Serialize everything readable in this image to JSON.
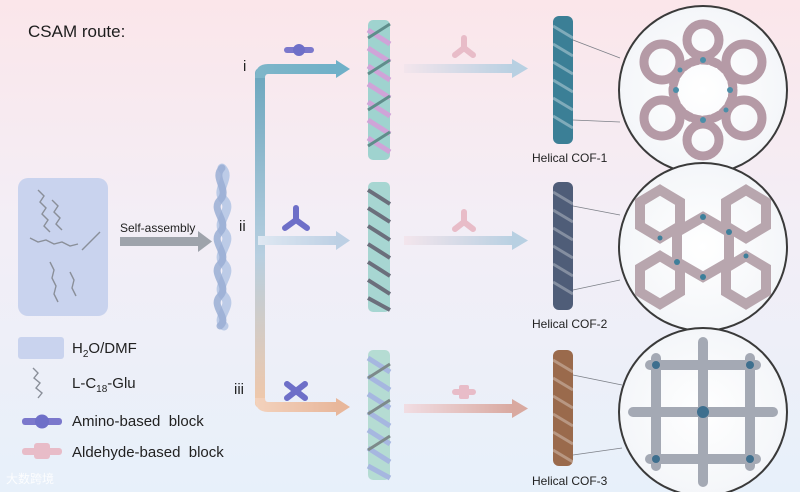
{
  "title": "CSAM route:",
  "steps": {
    "self_assembly": "Self-assembly",
    "route_i": "i",
    "route_ii": "ii",
    "route_iii": "iii"
  },
  "products": [
    {
      "label": "Helical COF-1",
      "color": "#3b7f96"
    },
    {
      "label": "Helical COF-2",
      "color": "#4f5d78"
    },
    {
      "label": "Helical COF-3",
      "color": "#9a6a4c"
    }
  ],
  "legend": {
    "solvent": "H2O/DMF",
    "surfactant_prefix": "L-C",
    "surfactant_sub": "18",
    "surfactant_suffix": "-Glu",
    "amino": "Amino-based  block",
    "aldehyde": "Aldehyde-based  block"
  },
  "watermark": "大数跨境",
  "colors": {
    "route_i": "#7fb3c9",
    "route_ii": "#c9d6e6",
    "route_iii": "#f0c7a8",
    "amino_block": "#6e6fc8",
    "aldehyde_block": "#e8bcc8",
    "solvent_box": "#c9d3ee"
  }
}
